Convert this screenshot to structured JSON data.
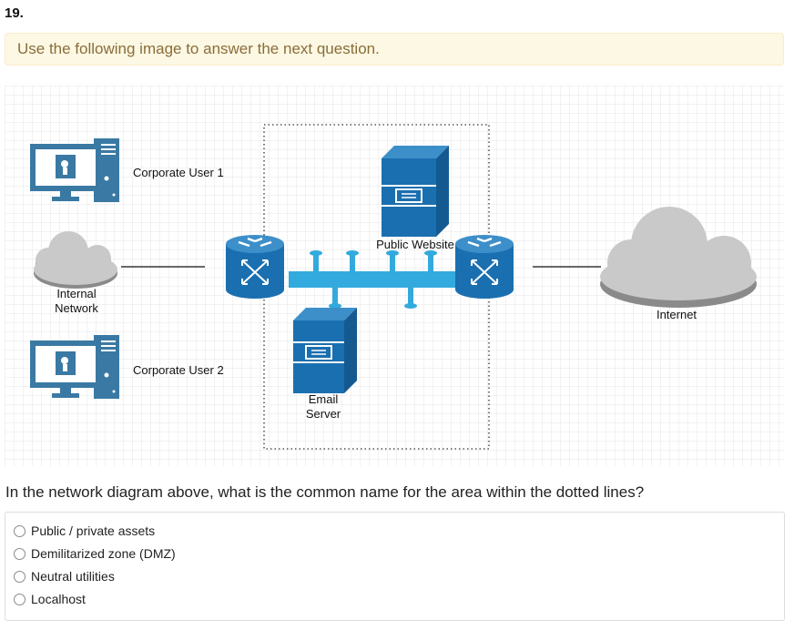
{
  "question_number": "19.",
  "notice": "Use the following image to answer the next question.",
  "diagram": {
    "labels": {
      "corporate_user_1": "Corporate User 1",
      "corporate_user_2": "Corporate User 2",
      "internal_network_line1": "Internal",
      "internal_network_line2": "Network",
      "public_website": "Public Website",
      "email_server_line1": "Email",
      "email_server_line2": "Server",
      "internet": "Internet"
    },
    "icons": [
      "computer-icon",
      "cloud-icon",
      "router-icon",
      "server-icon",
      "network-bus-icon"
    ],
    "colors": {
      "device_blue": "#1a6fb0",
      "computer_blue": "#3a79a3",
      "bus_blue": "#33aadd",
      "cloud_gray": "#c8c8c8",
      "grid": "#e5e5e5"
    }
  },
  "question": "In the network diagram above, what is the common name for the area within the dotted lines?",
  "choices": [
    {
      "label": "Public / private assets",
      "selected": false
    },
    {
      "label": "Demilitarized zone (DMZ)",
      "selected": false
    },
    {
      "label": "Neutral utilities",
      "selected": false
    },
    {
      "label": "Localhost",
      "selected": false
    }
  ]
}
